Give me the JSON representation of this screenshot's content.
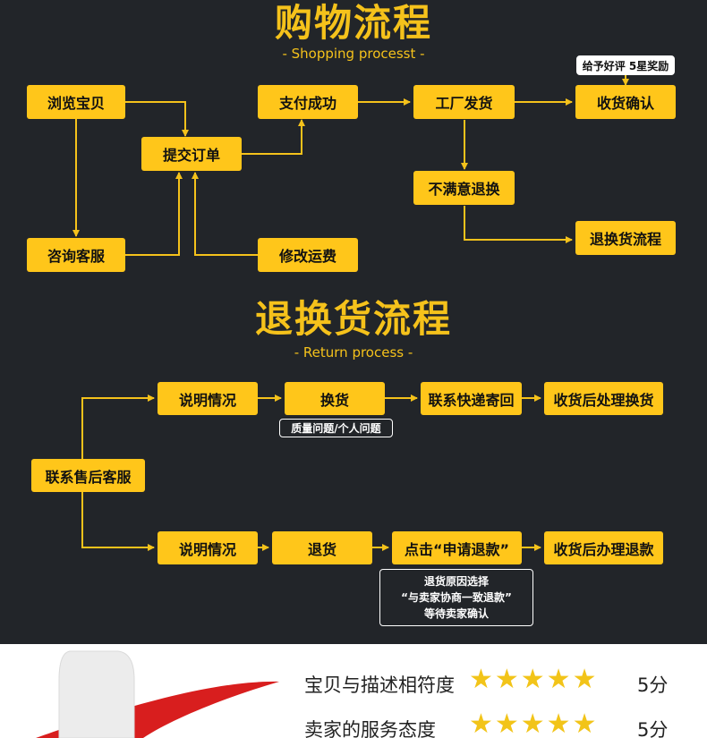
{
  "shopping": {
    "title": "购物流程",
    "subtitle": "- Shopping processt -",
    "boxes": {
      "browse": "浏览宝贝",
      "submit": "提交订单",
      "paid": "支付成功",
      "ship": "工厂发货",
      "receive": "收货确认",
      "consult": "咨询客服",
      "modify": "修改运费",
      "unsatisfied": "不满意退换",
      "return_flow": "退换货流程"
    },
    "note": "给予好评 5星奖励"
  },
  "returns": {
    "title": "退换货流程",
    "subtitle": "- Return process -",
    "boxes": {
      "contact": "联系售后客服",
      "explain_top": "说明情况",
      "exchange": "换货",
      "courier": "联系快递寄回",
      "after_exchange": "收货后处理换货",
      "explain_bottom": "说明情况",
      "refund": "退货",
      "apply": "点击“申请退款”",
      "after_refund": "收货后办理退款"
    },
    "note_exchange": "质量问题/个人问题",
    "note_refund": {
      "line1": "退货原因选择",
      "line2": "“与卖家协商一致退款”",
      "line3": "等待卖家确认"
    }
  },
  "ratings": [
    {
      "label": "宝贝与描述相符度",
      "stars": 5,
      "score": "5分"
    },
    {
      "label": "卖家的服务态度",
      "stars": 5,
      "score": "5分"
    }
  ],
  "colors": {
    "accent": "#FFC61A",
    "background": "#222529"
  }
}
